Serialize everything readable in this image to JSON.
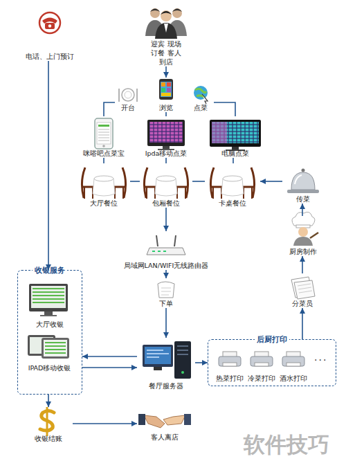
{
  "diagram": {
    "nodes": [
      {
        "text": [
          "迎宾 现场订餐 客人到店"
        ]
      },
      {
        "text": [
          "电话、上门预订"
        ]
      },
      {
        "text": [
          "开台"
        ]
      },
      {
        "text": [
          "浏览"
        ]
      },
      {
        "text": [
          "点菜"
        ]
      },
      {
        "text": [
          "咪嗒吧点菜宝"
        ]
      },
      {
        "text": [
          "Ipda移动点菜"
        ]
      },
      {
        "text": [
          "电脑点菜"
        ]
      },
      {
        "text": [
          "大厅餐位"
        ]
      },
      {
        "text": [
          "包厢餐位"
        ]
      },
      {
        "text": [
          "卡桌餐位"
        ]
      },
      {
        "text": [
          "传菜"
        ]
      },
      {
        "text": [
          "厨房制作"
        ]
      },
      {
        "text": [
          "局域网LAN/WIFI无线路由器"
        ]
      },
      {
        "text": [
          "收银服务"
        ]
      },
      {
        "text": [
          "大厅收银"
        ],
        "in": 14
      },
      {
        "text": [
          "IPAD移动收银"
        ],
        "in": 14
      },
      {
        "text": [
          "分菜员"
        ]
      },
      {
        "text": [
          "下单"
        ]
      },
      {
        "text": [
          "后厨打印"
        ]
      },
      {
        "text": [
          "热菜打印"
        ],
        "in": 19
      },
      {
        "text": [
          "冷菜打印"
        ],
        "in": 19
      },
      {
        "text": [
          "酒水打印"
        ],
        "in": 19
      },
      {
        "text": [
          "餐厅服务器"
        ]
      },
      {
        "text": [
          "收银结账"
        ]
      },
      {
        "text": [
          "客人离店"
        ]
      }
    ],
    "edges": [
      {
        "from": 0,
        "to": 3,
        "arrow": "to"
      },
      {
        "from": 2,
        "to": 5,
        "arrow": "none"
      },
      {
        "from": 3,
        "to": 6,
        "arrow": "none"
      },
      {
        "from": 4,
        "to": 7,
        "arrow": "none"
      },
      {
        "from": 5,
        "to": 8,
        "arrow": "none"
      },
      {
        "from": 6,
        "to": 9,
        "arrow": "none"
      },
      {
        "from": 7,
        "to": 10,
        "arrow": "none"
      },
      {
        "from": 8,
        "to": 9,
        "arrow": "none"
      },
      {
        "from": 9,
        "to": 10,
        "arrow": "none"
      },
      {
        "from": 11,
        "to": 10,
        "arrow": "to"
      },
      {
        "from": 9,
        "to": 13,
        "arrow": "to"
      },
      {
        "from": 13,
        "to": 18,
        "arrow": "to"
      },
      {
        "from": 18,
        "to": 23,
        "arrow": "to"
      },
      {
        "from": 23,
        "to": 14,
        "arrow": "to"
      },
      {
        "from": 14,
        "to": 23,
        "arrow": "to"
      },
      {
        "from": 23,
        "to": 19,
        "arrow": "to"
      },
      {
        "from": 19,
        "to": 17,
        "arrow": "to"
      },
      {
        "from": 17,
        "to": 12,
        "arrow": "to"
      },
      {
        "from": 12,
        "to": 11,
        "arrow": "to"
      },
      {
        "from": 1,
        "to": 14,
        "arrow": "to"
      },
      {
        "from": 14,
        "to": 24,
        "arrow": "to"
      },
      {
        "from": 24,
        "to": 25,
        "arrow": "to"
      }
    ],
    "labels": [
      "...",
      "软件技巧"
    ]
  }
}
